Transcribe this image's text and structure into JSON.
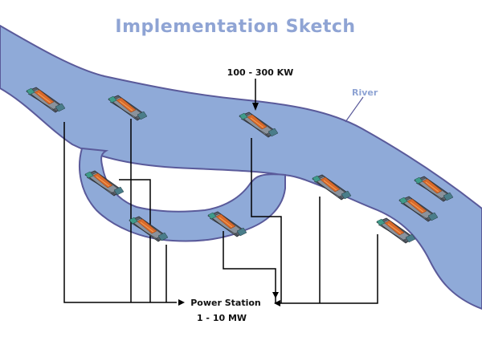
{
  "title": "Implementation Sketch",
  "labels": {
    "turbine_capacity": "100 - 300 KW",
    "river": "River",
    "power_station": "Power Station",
    "station_capacity": "1 - 10 MW"
  },
  "colors": {
    "water_fill": "#8faad8",
    "water_edge": "#5a5a9a",
    "title": "#8fa4d4",
    "wire": "#000000"
  },
  "icons": {
    "turbine": "hydro-turbine-icon"
  }
}
